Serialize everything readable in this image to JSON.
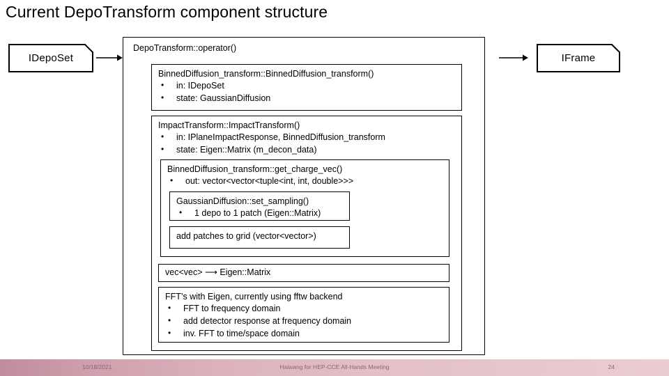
{
  "slide": {
    "title": "Current DepoTransform component structure",
    "page_number": "24"
  },
  "interfaces": {
    "input": {
      "label": "IDepoSet",
      "icon": "folded-corner-shape"
    },
    "output": {
      "label": "IFrame",
      "icon": "folded-corner-shape"
    }
  },
  "arrows": {
    "left_arrow_icon": "arrow-right-icon",
    "right_arrow_icon": "arrow-right-icon"
  },
  "depotransform": {
    "title": "DepoTransform::operator()",
    "binned_diffusion_ctor": {
      "title": "BinnedDiffusion_transform::BinnedDiffusion_transform()",
      "bullets": [
        "in: IDepoSet",
        "state: GaussianDiffusion"
      ]
    },
    "impact_transform": {
      "title": "ImpactTransform::ImpactTransform()",
      "bullets": [
        "in: IPlaneImpactResponse, BinnedDiffusion_transform",
        "state: Eigen::Matrix (m_decon_data)"
      ],
      "get_charge_vec": {
        "title": "BinnedDiffusion_transform::get_charge_vec()",
        "bullets": [
          "out: vector<vector<tuple<int, int, double>>>"
        ],
        "set_sampling": {
          "title": "GaussianDiffusion::set_sampling()",
          "bullets": [
            "1 depo to 1 patch (Eigen::Matrix)"
          ]
        },
        "add_patches": {
          "title": "add patches to grid (vector<vector>)"
        }
      },
      "vec_to_matrix": {
        "title": "vec<vec> ⟶ Eigen::Matrix"
      },
      "fft": {
        "title": "FFT’s with Eigen, currently using fftw backend",
        "bullets": [
          "FFT to frequency domain",
          "add detector response at frequency domain",
          "inv. FFT to time/space domain"
        ]
      }
    }
  },
  "footer": {
    "date": "10/18/2021",
    "center": "Haiwang for HEP-CCE All-Hands Meeting",
    "page": "24"
  },
  "colors": {
    "footer_left": "#c08d9c",
    "footer_right": "#eacdd3",
    "footer_text": "#8c6670",
    "stroke": "#000000",
    "background": "#ffffff"
  }
}
